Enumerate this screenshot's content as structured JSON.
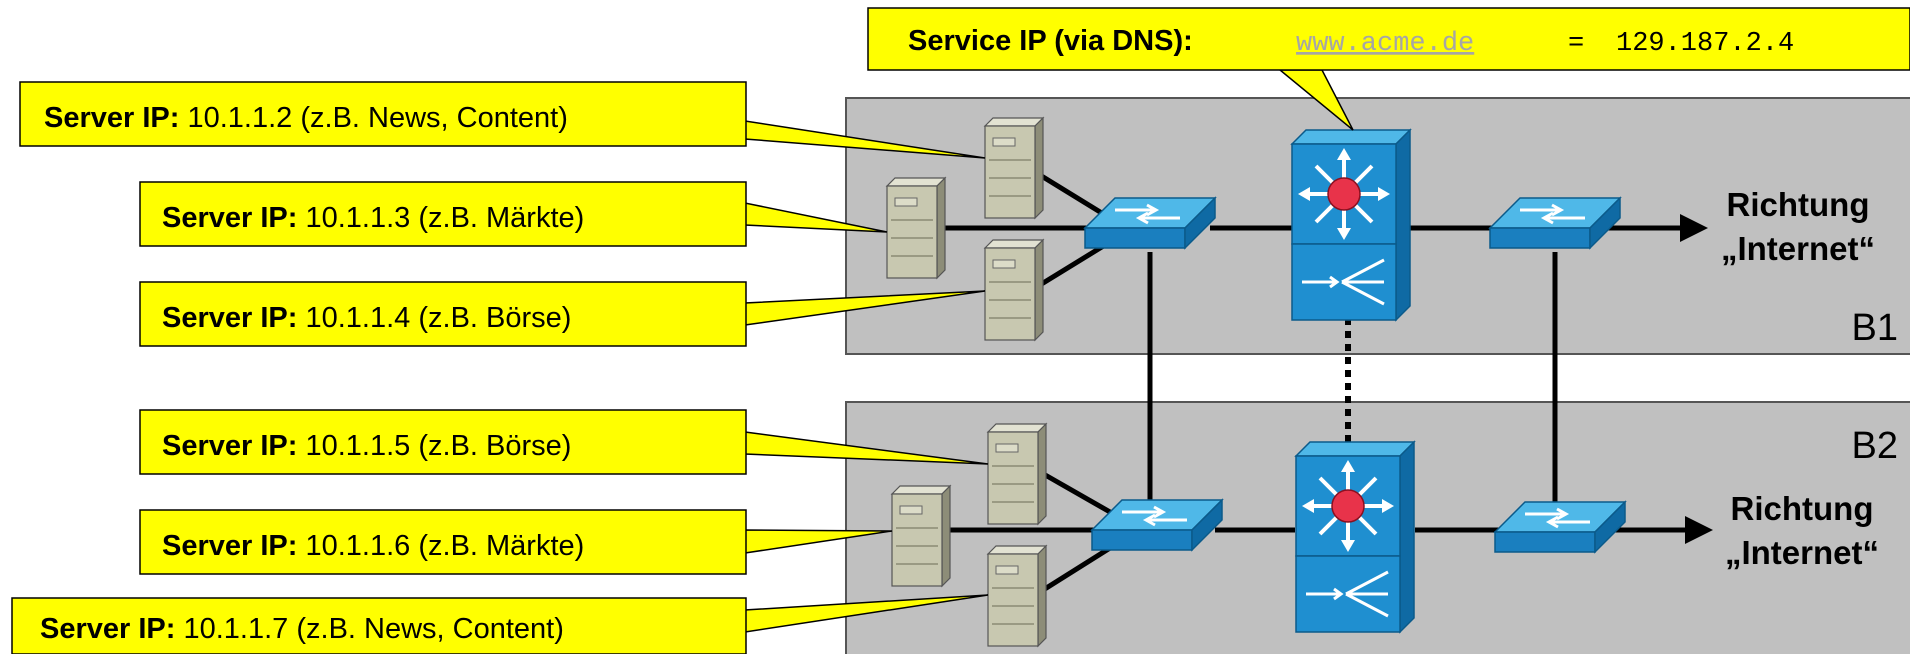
{
  "service_callout": {
    "prefix": "Service IP (via DNS):",
    "host": "www.acme.de",
    "equals": "=",
    "ip": "129.187.2.4"
  },
  "segments": {
    "b1": "B1",
    "b2": "B2"
  },
  "direction": {
    "line1": "Richtung",
    "line2": "„Internet“"
  },
  "servers": [
    {
      "prefix": "Server IP:",
      "detail": "10.1.1.2 (z.B. News, Content)"
    },
    {
      "prefix": "Server IP:",
      "detail": "10.1.1.3 (z.B. Märkte)"
    },
    {
      "prefix": "Server IP:",
      "detail": "10.1.1.4 (z.B. Börse)"
    },
    {
      "prefix": "Server IP:",
      "detail": "10.1.1.5 (z.B. Börse)"
    },
    {
      "prefix": "Server IP:",
      "detail": "10.1.1.6 (z.B. Märkte)"
    },
    {
      "prefix": "Server IP:",
      "detail": "10.1.1.7 (z.B. News, Content)"
    }
  ],
  "colors": {
    "callout_fill": "#ffff00",
    "segment_fill": "#c0c0c0",
    "device_blue": "#1f8fd0",
    "server_fill": "#c8c8b0",
    "router_dot": "#e8334a"
  }
}
